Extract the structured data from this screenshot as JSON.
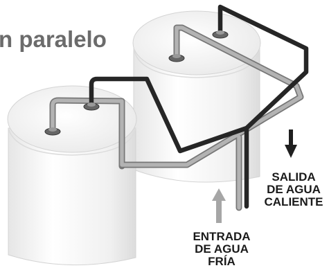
{
  "title": "n paralelo",
  "labels": {
    "hot_water": [
      "SALIDA",
      "DE AGUA",
      "CALIENTE"
    ],
    "cold_water": [
      "ENTRADA",
      "DE AGUA",
      "FRÍA"
    ]
  },
  "colors": {
    "title": "#6b6b6b",
    "hot_pipe": "#262626",
    "cold_pipe": "#a6a6a6",
    "tank_fill": "#f2f2f2",
    "tank_outline": "#d9d9d9",
    "cold_arrow": "#a6a6a6",
    "hot_arrow": "#1f1f1f"
  }
}
